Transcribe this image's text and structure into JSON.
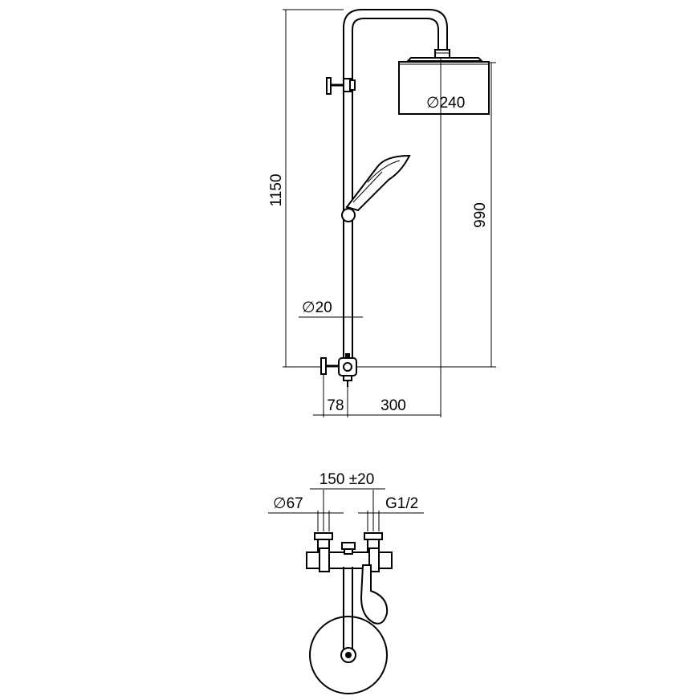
{
  "dimensions": {
    "total_height": "1150",
    "head_height": "990",
    "head_diameter": "240",
    "pipe_diameter": "20",
    "wall_offset": "78",
    "arm_reach": "300",
    "inlet_spacing": "150 ±20",
    "escutcheon_diameter": "67",
    "thread": "G1/2"
  },
  "symbols": {
    "diameter": "∅"
  },
  "colors": {
    "line": "#000000",
    "background": "#ffffff"
  }
}
